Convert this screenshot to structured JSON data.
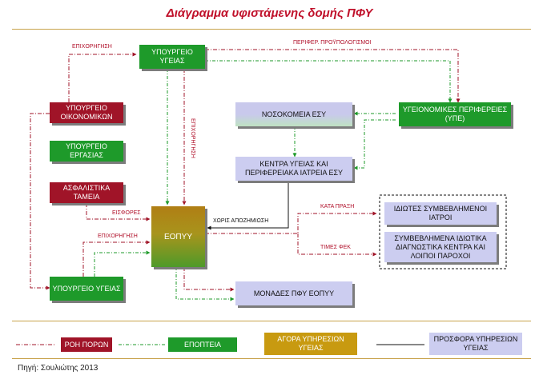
{
  "title": "Διάγραμμα υφιστάμενης δομής ΠΦΥ",
  "source": "Πηγή: Σουλιώτης 2013",
  "boxes": {
    "ypourgeio_ygeias_top": "ΥΠΟΥΡΓΕΙΟ ΥΓΕΙΑΣ",
    "ypourgeio_oikonomikon": "ΥΠΟΥΡΓΕΙΟ ΟΙΚΟΝΟΜΙΚΩΝ",
    "ypourgeio_ergasias": "ΥΠΟΥΡΓΕΙΟ ΕΡΓΑΣΙΑΣ",
    "asfalistika_tameia": "ΑΣΦΑΛΙΣΤΙΚΑ ΤΑΜΕΙΑ",
    "ypourgeio_ygeias_bottom": "ΥΠΟΥΡΓΕΙΟ ΥΓΕΙΑΣ",
    "nosokomeia": "ΝΟΣΟΚΟΜΕΙΑ ΕΣΥ",
    "ype": "ΥΓΕΙΟΝΟΜΙΚΕΣ ΠΕΡΙΦΕΡΕΙΕΣ (ΥΠΕ)",
    "kentra_ygeias": "ΚΕΝΤΡΑ ΥΓΕΙΑΣ ΚΑΙ ΠΕΡΙΦΕΡΕΙΑΚΑ ΙΑΤΡΕΙΑ ΕΣΥ",
    "eopyy": "ΕΟΠΥΥ",
    "idiotes": "ΙΔΙΩΤΕΣ ΣΥΜΒΕΒΛΗΜΕΝΟΙ ΙΑΤΡΟΙ",
    "symvevlimena": "ΣΥΜΒΕΒΛΗΜΕΝΑ ΙΔΙΩΤΙΚΑ ΔΙΑΓΝΩΣΤΙΚΑ ΚΕΝΤΡΑ ΚΑΙ ΛΟΙΠΟΙ ΠΑΡΟΧΟΙ",
    "monades": "ΜΟΝΑΔΕΣ ΠΦΥ ΕΟΠΥΥ"
  },
  "labels": {
    "epixorigisi_top": "ΕΠΙΧΟΡΗΓΗΣΗ",
    "perifer_proypologismoi": "ΠΕΡΙΦΕΡ. ΠΡΟΫΠΟΛΟΓΙΣΜΟΙ",
    "epixorigisi_vertical": "ΕΠΙΧΟΡΗΓΗΣΗ",
    "eisfores": "ΕΙΣΦΟΡΕΣ",
    "epixorigisi_mid": "ΕΠΙΧΟΡΗΓΗΣΗ",
    "xoris_apozimiosi": "ΧΩΡΙΣ ΑΠΟΖΗΜΙΩΣΗ",
    "kata_praxi": "ΚΑΤΑ ΠΡΑΞΗ",
    "times_fek": "ΤΙΜΕΣ ΦΕΚ"
  },
  "legend": {
    "roi_poron": "ΡΟΗ ΠΟΡΩΝ",
    "epopteia": "ΕΠΟΠΤΕΙΑ",
    "agora": "ΑΓΟΡΑ ΥΠΗΡΕΣΙΩΝ ΥΓΕΙΑΣ",
    "prosfora": "ΠΡΟΣΦΟΡΑ ΥΠΗΡΕΣΙΩΝ ΥΓΕΙΑΣ"
  },
  "colors": {
    "red_flow": "#a01428",
    "green_supervision": "#1e9a2a",
    "gold_purchase": "#c89a10",
    "lavender_provision": "#cccdf0"
  }
}
